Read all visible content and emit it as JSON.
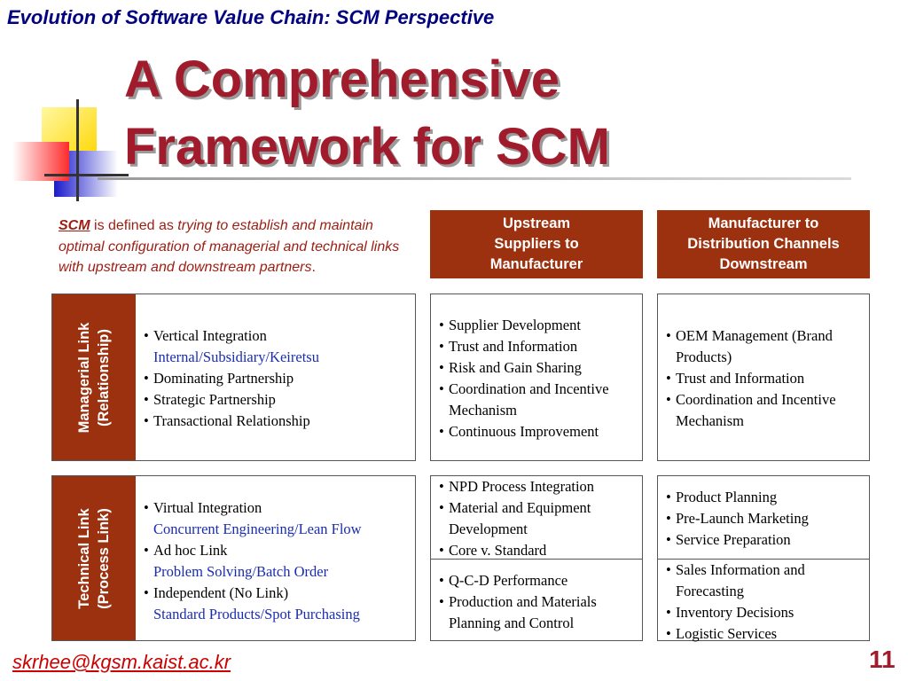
{
  "header": {
    "title": "Evolution of Software Value Chain: SCM Perspective"
  },
  "title": {
    "line1": "A Comprehensive",
    "line2": "Framework for SCM"
  },
  "definition": {
    "term": "SCM",
    "text1": " is defined as ",
    "italic": "trying to establish and maintain optimal configuration of managerial and technical links with upstream and downstream partners",
    "end": "."
  },
  "columns": {
    "upstream": "Upstream\nSuppliers to\nManufacturer",
    "downstream": "Manufacturer to\nDistribution Channels\nDownstream"
  },
  "rows": {
    "managerial": {
      "line1": "Managerial Link",
      "line2": "(Relationship)"
    },
    "technical": {
      "line1": "Technical Link",
      "line2": "(Process Link)"
    }
  },
  "managerial_left": [
    {
      "text": "Vertical Integration",
      "sub": "Internal/Subsidiary/Keiretsu"
    },
    {
      "text": "Dominating Partnership"
    },
    {
      "text": "Strategic Partnership"
    },
    {
      "text": "Transactional Relationship"
    }
  ],
  "managerial_up": [
    "Supplier Development",
    "Trust and Information",
    "Risk and Gain Sharing",
    "Coordination and Incentive Mechanism",
    "Continuous Improvement"
  ],
  "managerial_down": [
    "OEM Management (Brand Products)",
    "Trust and Information",
    "Coordination and Incentive Mechanism"
  ],
  "technical_left": [
    {
      "text": "Virtual Integration",
      "sub": "Concurrent Engineering/Lean Flow"
    },
    {
      "text": "Ad hoc Link",
      "sub": "Problem Solving/Batch Order"
    },
    {
      "text": "Independent (No Link)",
      "sub": "Standard Products/Spot Purchasing"
    }
  ],
  "technical_up_top": [
    "NPD Process Integration",
    "Material and Equipment Development",
    "Core v. Standard"
  ],
  "technical_up_bottom": [
    "Q-C-D Performance",
    "Production and Materials Planning and Control"
  ],
  "technical_down_top": [
    "Product Planning",
    "Pre-Launch Marketing",
    "Service Preparation"
  ],
  "technical_down_bottom": [
    "Sales Information and Forecasting",
    "Inventory Decisions",
    "Logistic Services"
  ],
  "footer": {
    "email": "skrhee@kgsm.kaist.ac.kr",
    "page": "11"
  },
  "colors": {
    "accent": "#9c3110",
    "title": "#a01c2c",
    "header": "#000080",
    "link_blue": "#1a2db0"
  }
}
